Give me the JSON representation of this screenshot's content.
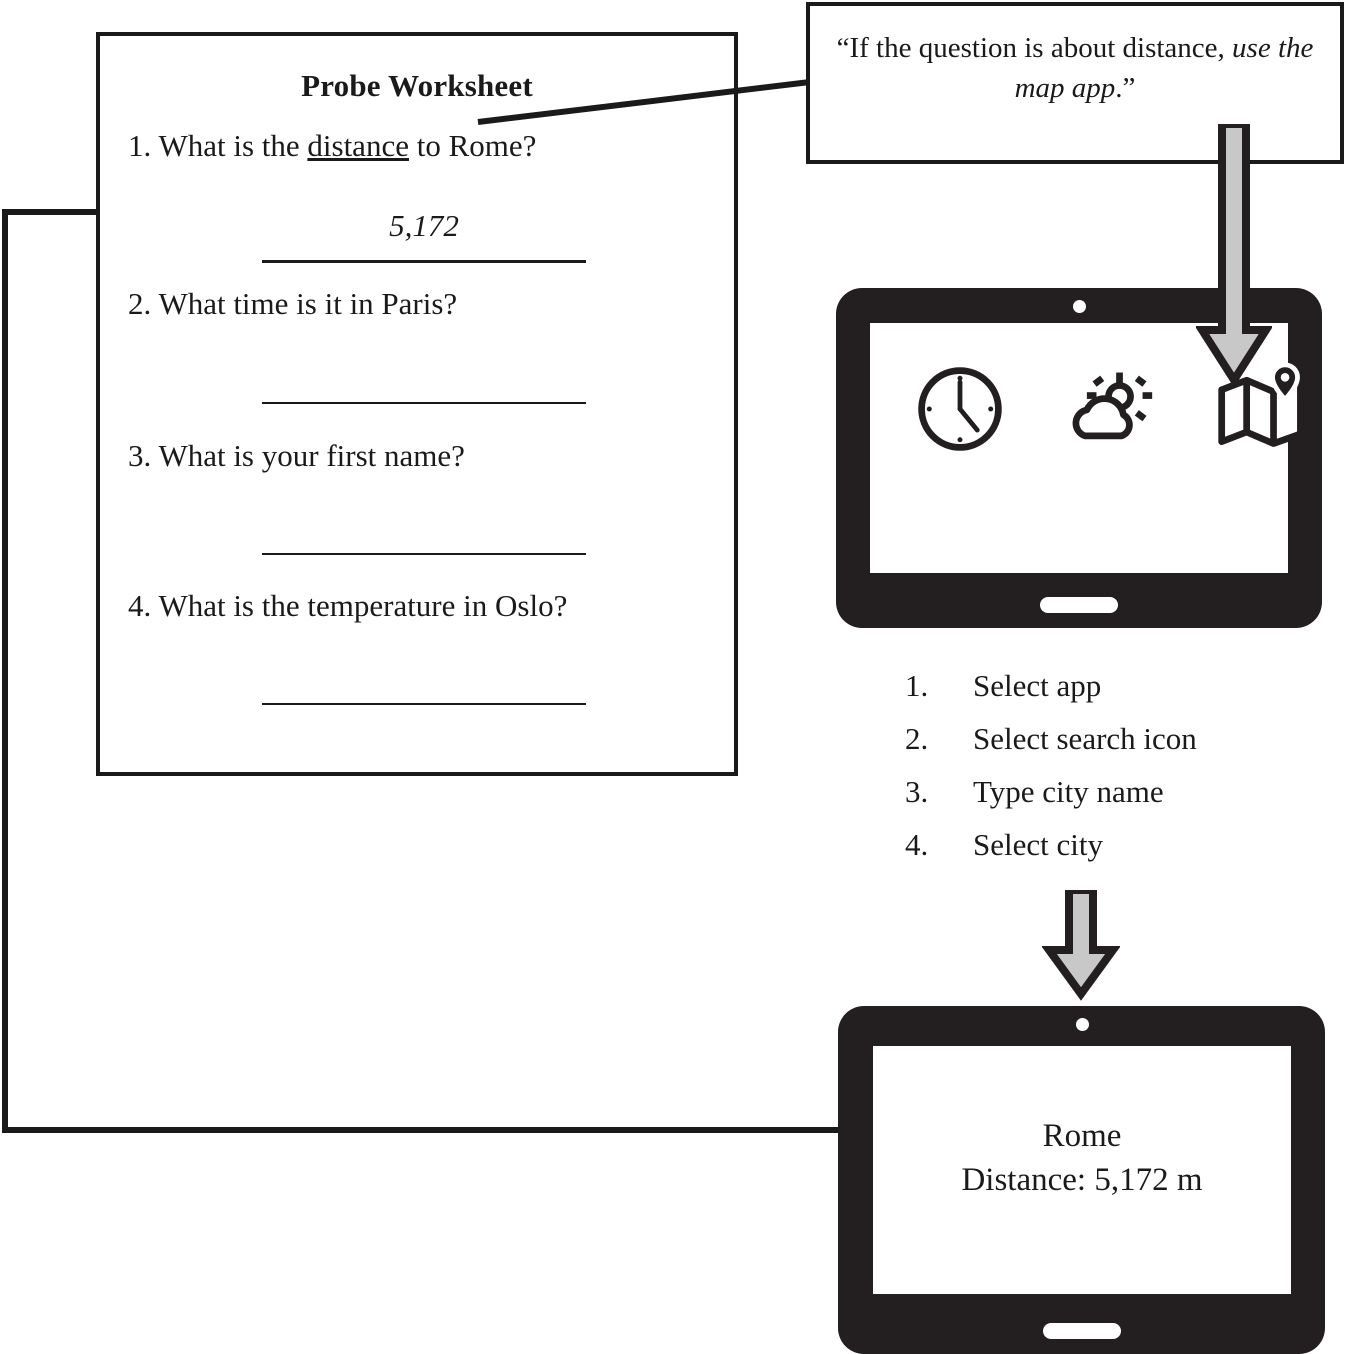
{
  "worksheet": {
    "title": "Probe Worksheet",
    "questions": [
      {
        "number": "1.",
        "prefix": "What is the ",
        "keyword": "distance",
        "suffix": " to Rome?",
        "answer": "5,172"
      },
      {
        "number": "2.",
        "prefix": "What time is it in Paris?",
        "keyword": "",
        "suffix": "",
        "answer": ""
      },
      {
        "number": "3.",
        "prefix": "What is your first name?",
        "keyword": "",
        "suffix": "",
        "answer": ""
      },
      {
        "number": "4.",
        "prefix": "What is the temperature in Oslo?",
        "keyword": "",
        "suffix": "",
        "answer": ""
      }
    ],
    "q1_full": "1. What is the distance to Rome?",
    "q2_full": "2. What time is it in Paris?",
    "q3_full": "3. What is your first name?",
    "q4_full": "4. What is the temperature in Oslo?"
  },
  "callout": {
    "quote_open": "“If the question is about distance, ",
    "quote_italic": "use the map app",
    "quote_close": ".”"
  },
  "tablet_home": {
    "apps": [
      {
        "name": "clock-app-icon",
        "label": "clock"
      },
      {
        "name": "weather-app-icon",
        "label": "weather"
      },
      {
        "name": "map-app-icon",
        "label": "map"
      }
    ]
  },
  "steps": {
    "items": [
      {
        "number": "1.",
        "label": "Select app"
      },
      {
        "number": "2.",
        "label": "Select search icon"
      },
      {
        "number": "3.",
        "label": "Type city name"
      },
      {
        "number": "4.",
        "label": "Select city"
      }
    ]
  },
  "tablet_result": {
    "city": "Rome",
    "distance": "Distance: 5,172 m"
  },
  "colors": {
    "ink": "#1a1a1a",
    "bezel": "#231f20",
    "arrow_fill": "#c8c8c8",
    "arrow_stroke": "#231f20",
    "screen": "#ffffff"
  }
}
